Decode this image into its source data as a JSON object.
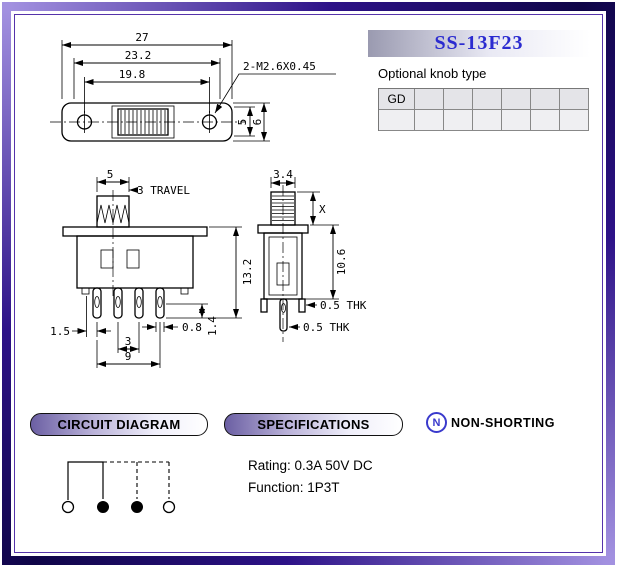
{
  "title": "SS-13F23",
  "knob_section": {
    "label": "Optional knob type",
    "cell_gd": "GD"
  },
  "front_view": {
    "dim_overall": "27",
    "dim_inner": "23.2",
    "dim_holes": "19.8",
    "thread_callout": "2-M2.6X0.45",
    "dim_slider_h": "5",
    "dim_plate_h": "6"
  },
  "side_view": {
    "dim_knob_w": "5",
    "dim_travel": "3 TRAVEL",
    "dim_height": "13.2",
    "dim_offset": "1.5",
    "dim_pin_w": "0.8",
    "dim_pitch": "3",
    "dim_span": "9",
    "dim_pin_len": "1.4"
  },
  "end_view": {
    "dim_knob": "3.4",
    "dim_x": "X",
    "dim_body": "10.6",
    "thk_top": "0.5 THK",
    "thk_bottom": "0.5 THK"
  },
  "sections": {
    "circuit_diagram": "CIRCUIT DIAGRAM",
    "specifications": "SPECIFICATIONS"
  },
  "shorting": {
    "icon_letter": "N",
    "label": "NON-SHORTING"
  },
  "specs": {
    "rating": "Rating: 0.3A 50V DC",
    "function": "Function: 1P3T"
  }
}
